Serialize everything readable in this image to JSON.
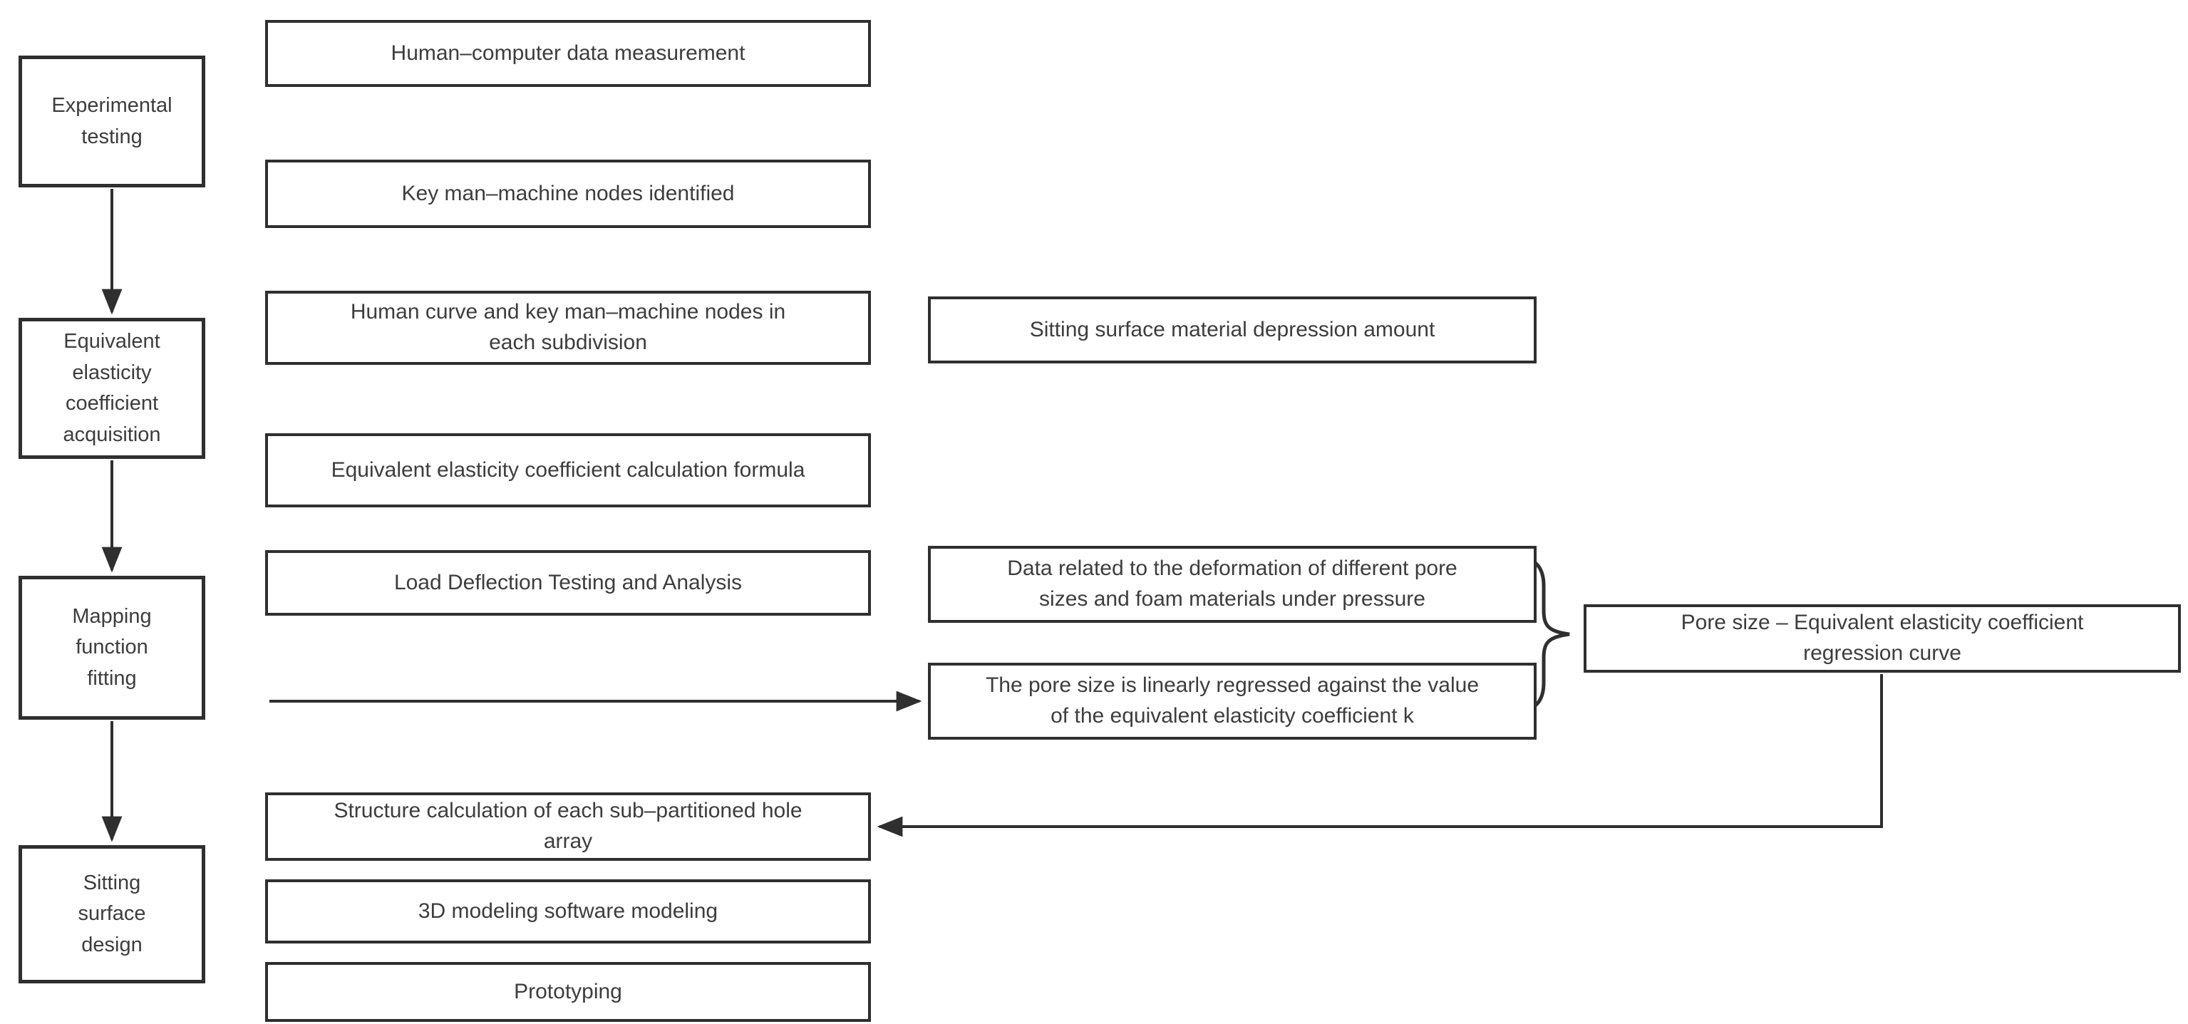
{
  "colors": {
    "background": "#ffffff",
    "box_border": "#2f2f2f",
    "text": "#3d3d3d",
    "connector": "#2f2f2f"
  },
  "diagram": {
    "stages": {
      "experimental_testing": "Experimental testing",
      "equivalent_elasticity": "Equivalent elasticity coefficient acquisition",
      "mapping_function": "Mapping function fitting",
      "sitting_surface": "Sitting surface design"
    },
    "steps": {
      "human_computer_measurement": "Human–computer data measurement",
      "key_nodes_identified": "Key man–machine nodes identified",
      "human_curve_nodes": "Human curve and key man–machine nodes in each subdivision",
      "calculation_formula": "Equivalent elasticity coefficient calculation formula",
      "load_deflection": "Load Deflection Testing and Analysis",
      "structure_calculation": "Structure calculation of each sub–partitioned hole array",
      "modeling_3d": "3D modeling software modeling",
      "prototyping": "Prototyping"
    },
    "outputs": {
      "material_depression": "Sitting surface material depression amount",
      "deformation_data": "Data related to the deformation of different pore sizes and foam materials under pressure",
      "linear_regression": "The pore size is linearly regressed against the value of the equivalent elasticity coefficient k",
      "regression_curve": "Pore size – Equivalent elasticity coefficient regression curve"
    }
  }
}
